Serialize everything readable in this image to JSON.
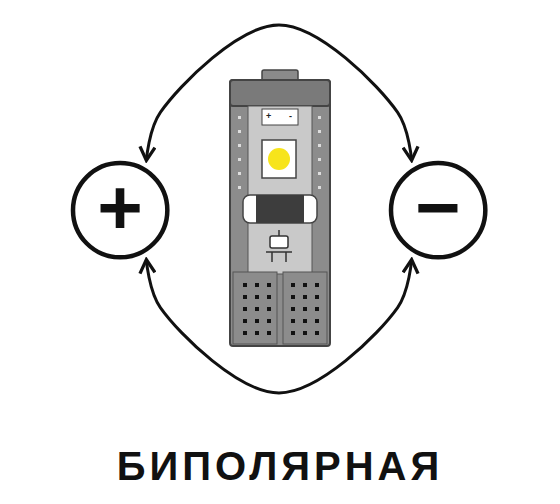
{
  "diagram": {
    "caption": "БИПОЛЯРНАЯ",
    "nodes": [
      {
        "text": [
          "+"
        ]
      },
      {
        "text": [
          "−"
        ]
      }
    ],
    "edges": [
      {
        "from": 0,
        "to": 1,
        "arrow": "both"
      },
      {
        "from": 0,
        "to": 1,
        "arrow": "both"
      }
    ],
    "labels": [
      "+",
      "-"
    ]
  }
}
